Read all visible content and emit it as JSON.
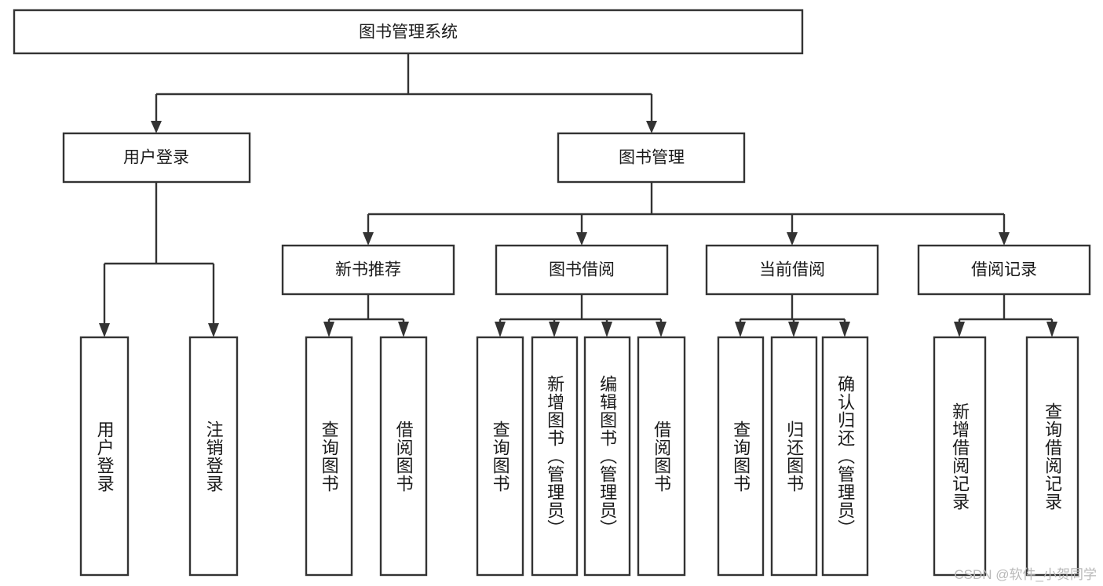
{
  "diagram": {
    "title": "图书管理系统",
    "watermark": "CSDN @软件_小贺同学",
    "colors": {
      "stroke": "#333333",
      "box_fill": "#ffffff",
      "text": "#1a1a1a",
      "background": "#ffffff",
      "watermark": "#b8b8b8"
    },
    "root": {
      "label": "图书管理系统"
    },
    "level2": [
      {
        "label": "用户登录"
      },
      {
        "label": "图书管理"
      }
    ],
    "level3": [
      {
        "label": "新书推荐"
      },
      {
        "label": "图书借阅"
      },
      {
        "label": "当前借阅"
      },
      {
        "label": "借阅记录"
      }
    ],
    "leaves": {
      "user_login": [
        {
          "label": "用户登录"
        },
        {
          "label": "注销登录"
        }
      ],
      "new_book_recommend": [
        {
          "label": "查询图书"
        },
        {
          "label": "借阅图书"
        }
      ],
      "book_borrow": [
        {
          "label": "查询图书"
        },
        {
          "label": "新增图书（管理员）"
        },
        {
          "label": "编辑图书（管理员）"
        },
        {
          "label": "借阅图书"
        }
      ],
      "current_borrow": [
        {
          "label": "查询图书"
        },
        {
          "label": "归还图书"
        },
        {
          "label": "确认归还（管理员）"
        }
      ],
      "borrow_record": [
        {
          "label": "新增借阅记录"
        },
        {
          "label": "查询借阅记录"
        }
      ]
    }
  },
  "chart_data": {
    "type": "table",
    "title": "图书管理系统",
    "hierarchy": [
      {
        "name": "图书管理系统",
        "children": [
          {
            "name": "用户登录",
            "children": [
              {
                "name": "用户登录"
              },
              {
                "name": "注销登录"
              }
            ]
          },
          {
            "name": "图书管理",
            "children": [
              {
                "name": "新书推荐",
                "children": [
                  {
                    "name": "查询图书"
                  },
                  {
                    "name": "借阅图书"
                  }
                ]
              },
              {
                "name": "图书借阅",
                "children": [
                  {
                    "name": "查询图书"
                  },
                  {
                    "name": "新增图书（管理员）"
                  },
                  {
                    "name": "编辑图书（管理员）"
                  },
                  {
                    "name": "借阅图书"
                  }
                ]
              },
              {
                "name": "当前借阅",
                "children": [
                  {
                    "name": "查询图书"
                  },
                  {
                    "name": "归还图书"
                  },
                  {
                    "name": "确认归还（管理员）"
                  }
                ]
              },
              {
                "name": "借阅记录",
                "children": [
                  {
                    "name": "新增借阅记录"
                  },
                  {
                    "name": "查询借阅记录"
                  }
                ]
              }
            ]
          }
        ]
      }
    ]
  }
}
